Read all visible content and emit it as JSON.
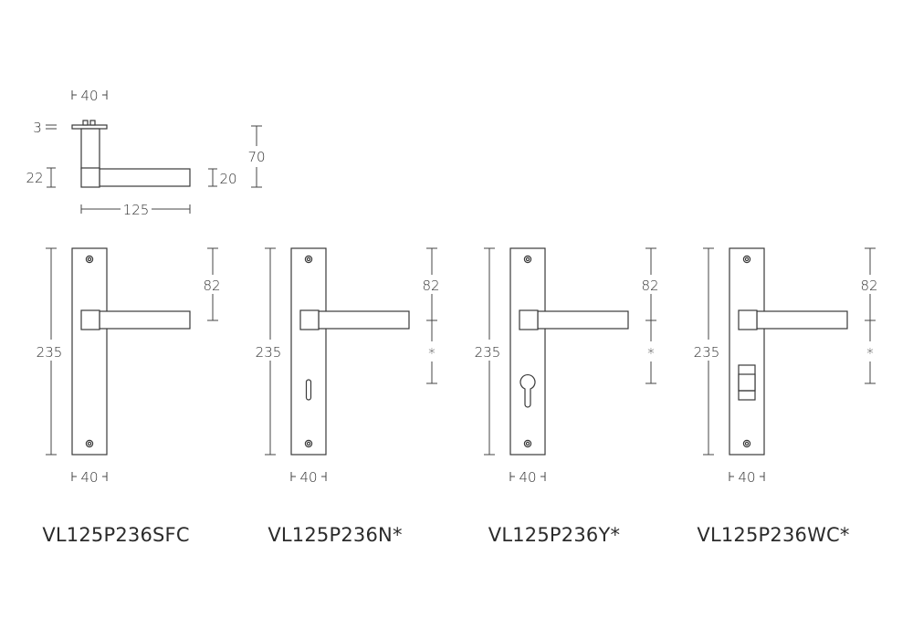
{
  "top_view": {
    "width_label": "40",
    "rose_thickness_label": "3",
    "height_label": "70",
    "hub_height_label": "22",
    "lever_height_label": "20",
    "length_label": "125"
  },
  "plates": [
    {
      "model": "VL125P236SFC",
      "height_label": "235",
      "width_label": "40",
      "handle_label": "82",
      "cutout": "none",
      "secondary_label": ""
    },
    {
      "model": "VL125P236N*",
      "height_label": "235",
      "width_label": "40",
      "handle_label": "82",
      "cutout": "slot",
      "secondary_label": "*"
    },
    {
      "model": "VL125P236Y*",
      "height_label": "235",
      "width_label": "40",
      "handle_label": "82",
      "cutout": "euro-cylinder",
      "secondary_label": "*"
    },
    {
      "model": "VL125P236WC*",
      "height_label": "235",
      "width_label": "40",
      "handle_label": "82",
      "cutout": "wc-turn",
      "secondary_label": "*"
    }
  ]
}
